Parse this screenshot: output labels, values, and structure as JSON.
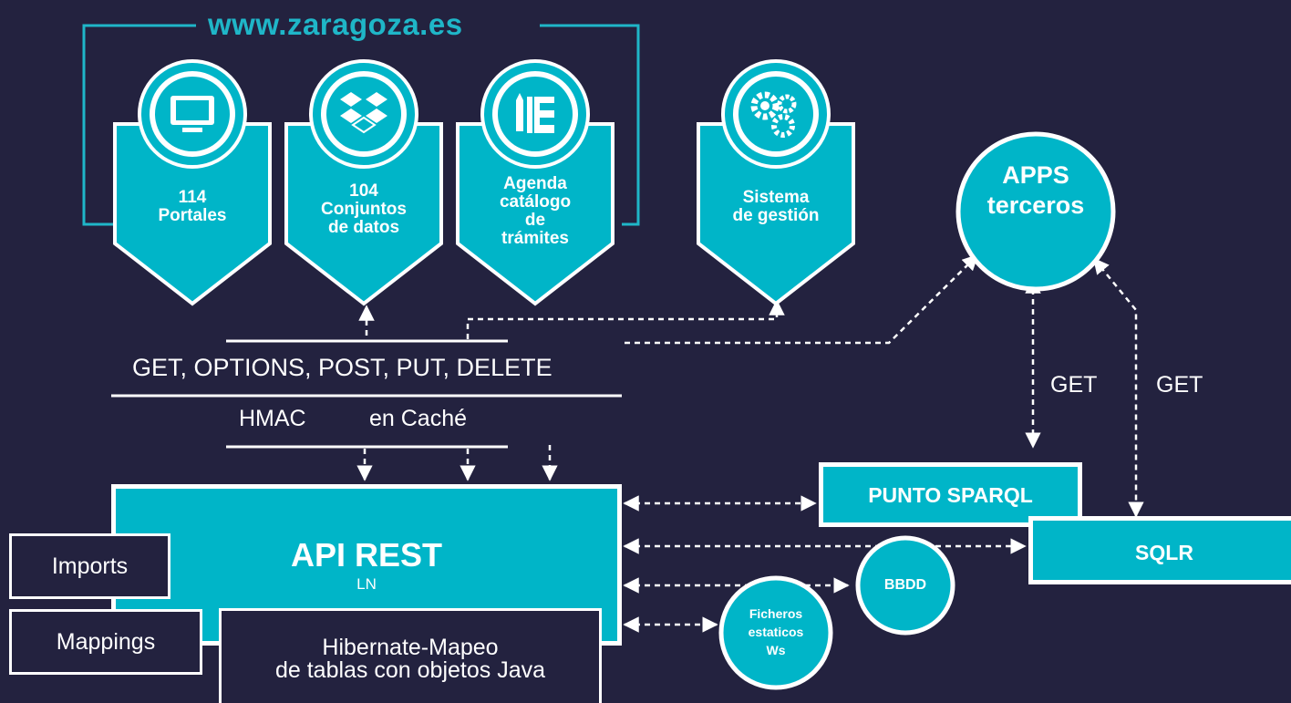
{
  "header": {
    "site": "www.zaragoza.es"
  },
  "shields": [
    {
      "line1": "114",
      "line2": "Portales",
      "icon": "monitor-icon"
    },
    {
      "line1": "104",
      "line2": "Conjuntos",
      "line3": "de datos",
      "icon": "dropbox-icon"
    },
    {
      "line1": "Agenda",
      "line2": "catálogo",
      "line3": "de",
      "line4": "trámites",
      "icon": "catalog-icon"
    },
    {
      "line1": "Sistema",
      "line2": "de gestión",
      "icon": "gears-icon"
    }
  ],
  "apps": {
    "line1": "APPS",
    "line2": "terceros"
  },
  "methods": "GET, OPTIONS, POST, PUT, DELETE",
  "hmac": "HMAC",
  "cache": "en Caché",
  "get_left": "GET",
  "get_right": "GET",
  "api": {
    "title": "API REST",
    "sub": "LN"
  },
  "imports": "Imports",
  "mappings": "Mappings",
  "hibernate": {
    "line1": "Hibernate-Mapeo",
    "line2": "de tablas con objetos Java"
  },
  "sparql": "PUNTO SPARQL",
  "sqlr": "SQLR",
  "bbdd": "BBDD",
  "ficheros": {
    "line1": "Ficheros",
    "line2": "estaticos",
    "line3": "Ws"
  },
  "colors": {
    "accent": "#00b5c8",
    "background": "#23223f",
    "header": "#1fb6c8"
  }
}
